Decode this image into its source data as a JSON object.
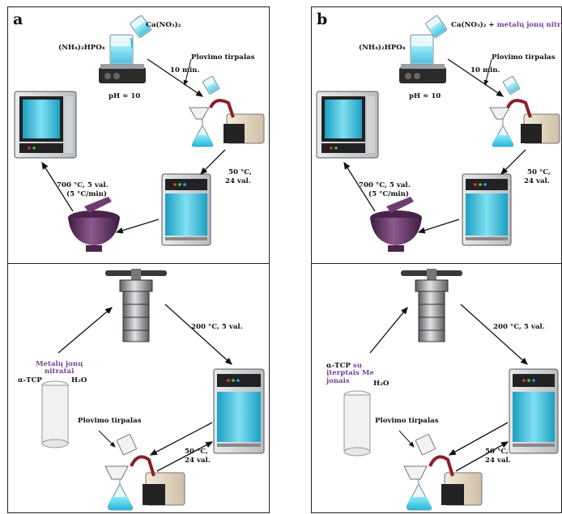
{
  "panels": {
    "a": {
      "letter": "a",
      "ca_reagent": "Ca(NO₃)₂",
      "phosphate": "(NH₄)₂HPO₄",
      "ph": "pH ≈ 10",
      "time": "10 min.",
      "wash": "Plovimo tirpalas",
      "dry_1": "50 °C,",
      "dry_2": "24 val.",
      "calc_1": "700 °C, 5 val.",
      "calc_2": "(5 °C/min)"
    },
    "b": {
      "letter": "b",
      "ca_reagent": "Ca(NO₃)₂ + ",
      "ca_reagent_extra": "metalų jonų nitratai",
      "phosphate": "(NH₄)₂HPO₄",
      "ph": "pH ≈ 10",
      "time": "10 min.",
      "wash": "Plovimo tirpalas",
      "dry_1": "50 °C,",
      "dry_2": "24 val.",
      "calc_1": "700 °C, 5 val.",
      "calc_2": "(5 °C/min)"
    },
    "c": {
      "hydro": "200 °C, 5 val.",
      "metal_1": "Metalų jonų",
      "metal_2": "nitratai",
      "tcp": "α-TCP",
      "water": "H₂O",
      "wash": "Plovimo tirpalas",
      "dry_1": "50 °C,",
      "dry_2": "24 val."
    },
    "d": {
      "hydro": "200 °C, 5 val.",
      "tcp": "α-TCP",
      "tcp_su": " su",
      "tcp_2": "įterptais Me",
      "tcp_3": "jonais",
      "water": "H₂O",
      "wash": "Plovimo tirpalas",
      "dry_1": "50 °C,",
      "dry_2": "24 val."
    }
  },
  "colors": {
    "accent_purple": "#7a3f98",
    "liquid_cyan": "#31c6e6",
    "oven_screen": "#2ab6d6",
    "mortar": "#5b2d5c",
    "tube": "#8a1f2a"
  }
}
